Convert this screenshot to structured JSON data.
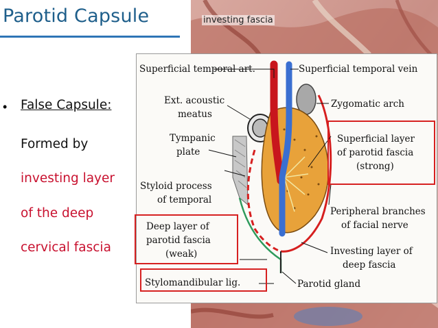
{
  "slide": {
    "title": "Parotid Capsule",
    "bullet_heading": "False Capsule:",
    "lines": [
      "Formed by",
      "investing layer",
      "of the deep",
      "cervical fascia"
    ]
  },
  "photo": {
    "label": "investing fascia"
  },
  "diagram": {
    "labels": {
      "sup_temp_art": "Superficial temporal art.",
      "sup_temp_vein": "Superficial temporal vein",
      "ext_acoustic_1": "Ext. acoustic",
      "ext_acoustic_2": "meatus",
      "zygomatic": "Zygomatic arch",
      "tympanic_1": "Tympanic",
      "tympanic_2": "plate",
      "superficial_1": "Superficial layer",
      "superficial_2": "of parotid fascia",
      "superficial_3": "(strong)",
      "styloid_1": "Styloid process",
      "styloid_2": "of temporal",
      "peripheral_1": "Peripheral branches",
      "peripheral_2": "of facial nerve",
      "deep_1": "Deep layer of",
      "deep_2": "parotid fascia",
      "deep_3": "(weak)",
      "investing_1": "Investing layer of",
      "investing_2": "deep fascia",
      "stylomandibular": "Stylomandibular lig.",
      "parotid_gland": "Parotid gland"
    }
  },
  "colors": {
    "title": "#1f5f8b",
    "accent_red": "#c8102e",
    "gland": "#e8a23a",
    "artery": "#c8161d",
    "vein": "#3a6fd1"
  }
}
